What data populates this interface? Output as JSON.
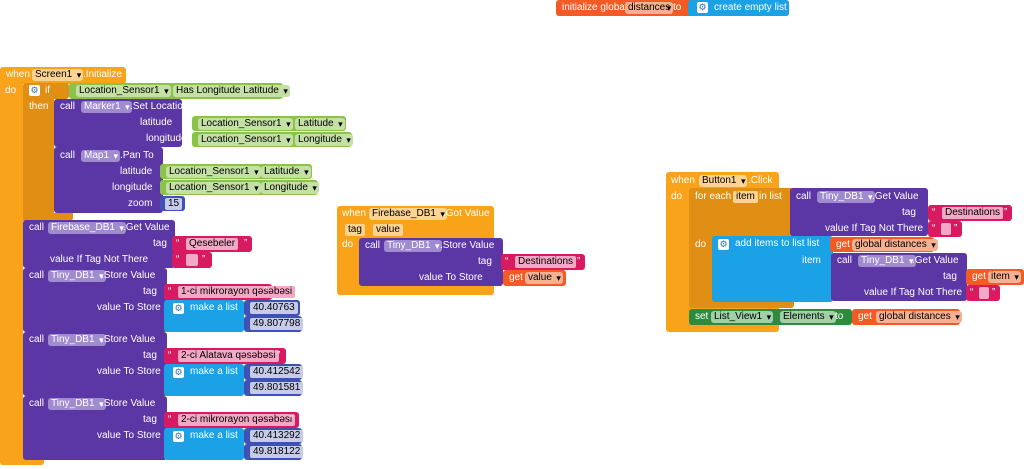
{
  "colors": {
    "control": "#f9a31b",
    "component": "#5b36a5",
    "sensor": "#8bc34a",
    "text": "#d81b60",
    "list": "#1ba1e6",
    "variable": "#f35a24",
    "math": "#3f51b5",
    "setter": "#2e8b3e"
  },
  "init_global": {
    "label": "initialize global",
    "name": "distances",
    "to": "to",
    "create": "create empty list"
  },
  "screen_init": {
    "when": "when",
    "component": "Screen1",
    "event": ".Initialize",
    "do": "do",
    "if": "if",
    "then": "then",
    "cond_component": "Location_Sensor1",
    "cond_prop": "Has Longitude Latitude",
    "call": "call",
    "marker": "Marker1",
    "set_location": ".Set Location",
    "latitude": "latitude",
    "longitude": "longitude",
    "sensor": "Location_Sensor1",
    "lat_prop": "Latitude",
    "lon_prop": "Longitude",
    "map": "Map1",
    "pan_to": ".Pan To",
    "zoom": "zoom",
    "zoom_value": "15",
    "firebase": "Firebase_DB1",
    "get_value": ".Get Value",
    "tag": "tag",
    "value_if_tag_not_there": "value If Tag Not There",
    "fb_tag": "Qesebeler",
    "empty_text": "",
    "tinydb": "Tiny_DB1",
    "store_value": ".Store Value",
    "value_to_store": "value To Store",
    "make_a_list": "make a list",
    "stores": [
      {
        "tag": "1-ci mikrorayon qəsəbəsi",
        "v1": "40.40763",
        "v2": "49.807798"
      },
      {
        "tag": "2-ci Alatava qəsəbəsi",
        "v1": "40.412542",
        "v2": "49.801581"
      },
      {
        "tag": "2-ci mikrorayon qəsəbəsi",
        "v1": "40.413292",
        "v2": "49.818122"
      }
    ]
  },
  "firebase_got": {
    "when": "when",
    "component": "Firebase_DB1",
    "event": ".Got Value",
    "p_tag": "tag",
    "p_value": "value",
    "do": "do",
    "call": "call",
    "tinydb": "Tiny_DB1",
    "store_value": ".Store Value",
    "tag": "tag",
    "tag_value": "Destinations",
    "value_to_store": "value To Store",
    "get": "get",
    "get_var": "value"
  },
  "button_click": {
    "when": "when",
    "component": "Button1",
    "event": ".Click",
    "do": "do",
    "for_each": "for each",
    "item_var": "item",
    "in_list": "in list",
    "call": "call",
    "tinydb": "Tiny_DB1",
    "get_value": ".Get Value",
    "tag": "tag",
    "tag_value": "Destinations",
    "value_if_tag_not_there": "value If Tag Not There",
    "empty_text": "",
    "add_items": "add items to list",
    "list": "list",
    "get": "get",
    "global_var": "global distances",
    "item": "item",
    "get_item": "item",
    "set": "set",
    "listview": "List_View1",
    "elements": "Elements",
    "to": "to"
  }
}
